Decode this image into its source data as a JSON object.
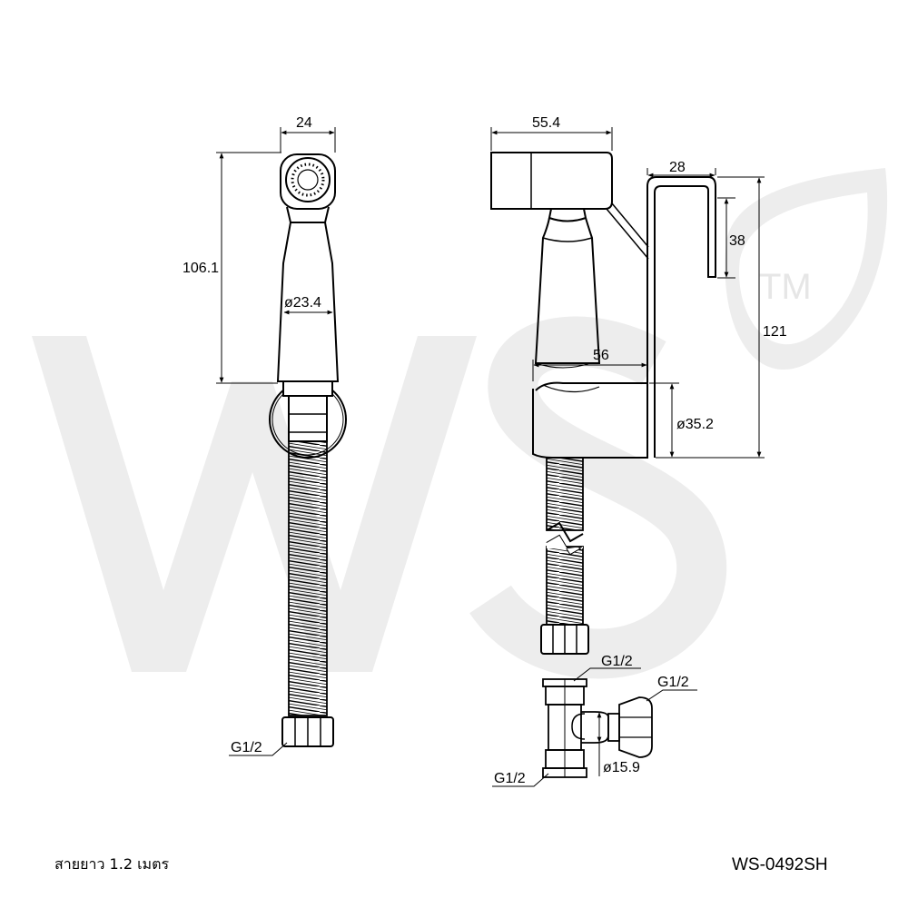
{
  "watermark": {
    "logo_letters": "WS",
    "trademark": "TM"
  },
  "dimensions": {
    "head_width": "24",
    "total_height": "106.1",
    "handle_diameter": "ø23.4",
    "head_length": "55.4",
    "bracket_depth": "28",
    "bracket_hook": "38",
    "bracket_height": "121",
    "holder_length": "56",
    "holder_diameter": "ø35.2",
    "hose_thread": "G1/2",
    "tee_top_thread": "G1/2",
    "tee_side_thread": "G1/2",
    "tee_bottom_thread": "G1/2",
    "tee_diameter": "ø15.9"
  },
  "footer": {
    "hose_length_note": "สายยาว 1.2 เมตร",
    "model_code": "WS-0492SH"
  }
}
